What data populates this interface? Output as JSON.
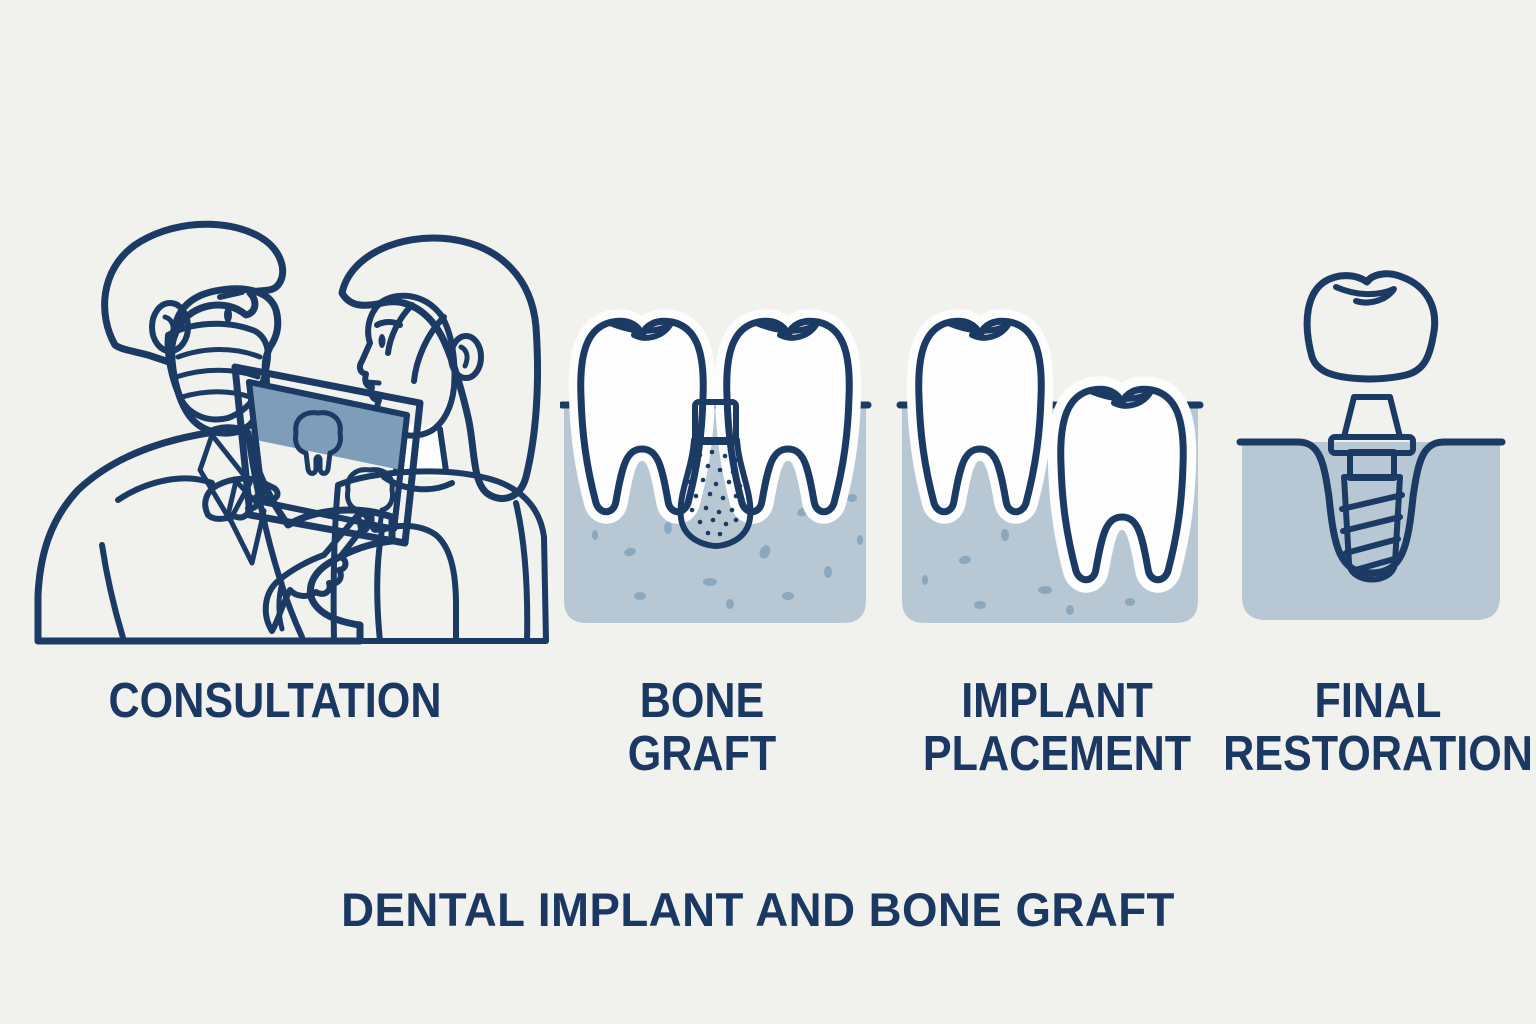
{
  "title": {
    "text": "DENTAL IMPLANT AND BONE GRAFT"
  },
  "steps": [
    {
      "name": "consultation",
      "label": "CONSULTATION",
      "label_lines": [
        "CONSULTATION"
      ]
    },
    {
      "name": "bone-graft",
      "label": "BONE GRAFT",
      "label_lines": [
        "BONE",
        "GRAFT"
      ]
    },
    {
      "name": "implant-placement",
      "label": "IMPLANT PLACEMENT",
      "label_lines": [
        "IMPLANT",
        "PLACEMENT"
      ]
    },
    {
      "name": "final-restoration",
      "label": "FINAL RESTORATION",
      "label_lines": [
        "FINAL",
        "RESTORATION"
      ]
    }
  ],
  "icons": [
    "dentist-and-patient-consultation-illustration",
    "bone-graft-between-teeth-illustration",
    "implant-placement-teeth-illustration",
    "final-restoration-crown-implant-illustration"
  ],
  "palette": {
    "background": "#f1f1ee",
    "outline_navy": "#1b3a64",
    "text_navy": "#1a3862",
    "gum_light_blue": "#b7c7d3",
    "hair_medium_blue": "#7e9cba",
    "graft_cap_blue": "#9fb4c8",
    "mask_light_blue": "#cdd9e2",
    "shirt_light_blue": "#c2cfdb",
    "xray_dark_band": "#7e9db9",
    "xray_light_band": "#c0cedb",
    "speckle_blue": "#8ba8bf",
    "tooth_white": "#fdfdfd"
  }
}
